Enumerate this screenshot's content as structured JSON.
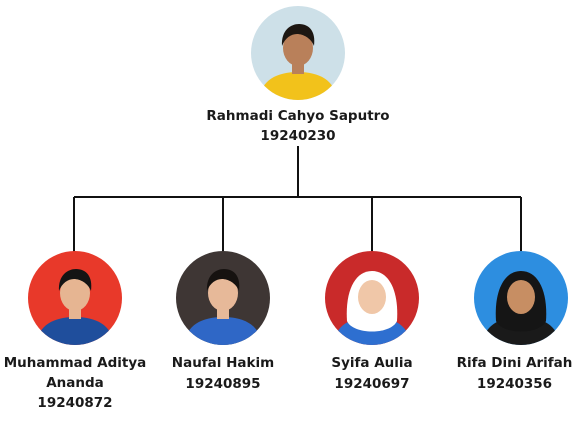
{
  "leader": {
    "name": "Rahmadi Cahyo Saputro",
    "nim": "19240230",
    "photo": {
      "background": "#cde0e8",
      "shirt": "#f2c21b",
      "skin": "#b9805a",
      "hair": "#1d1712"
    }
  },
  "members": [
    {
      "name_line1": "Muhammad Aditya",
      "name_line2": "Ananda",
      "nim": "19240872",
      "photo": {
        "background": "#e8392a",
        "shirt": "#1f4e9c",
        "skin": "#e6b592",
        "hair": "#141414"
      }
    },
    {
      "name_line1": "Naufal Hakim",
      "name_line2": "",
      "nim": "19240895",
      "photo": {
        "background": "#3e3634",
        "shirt": "#2f67c6",
        "skin": "#e7b999",
        "hair": "#161210"
      }
    },
    {
      "name_line1": "Syifa Aulia",
      "name_line2": "",
      "nim": "19240697",
      "photo": {
        "background": "#c92a2a",
        "shirt": "#2e6fd0",
        "skin": "#f0c7a8",
        "hijab": "#ffffff"
      }
    },
    {
      "name_line1": "Rifa Dini Arifah",
      "name_line2": "",
      "nim": "19240356",
      "photo": {
        "background": "#2d8ee0",
        "shirt": "#1a1a1a",
        "skin": "#c78e63",
        "hijab": "#151515"
      }
    }
  ]
}
